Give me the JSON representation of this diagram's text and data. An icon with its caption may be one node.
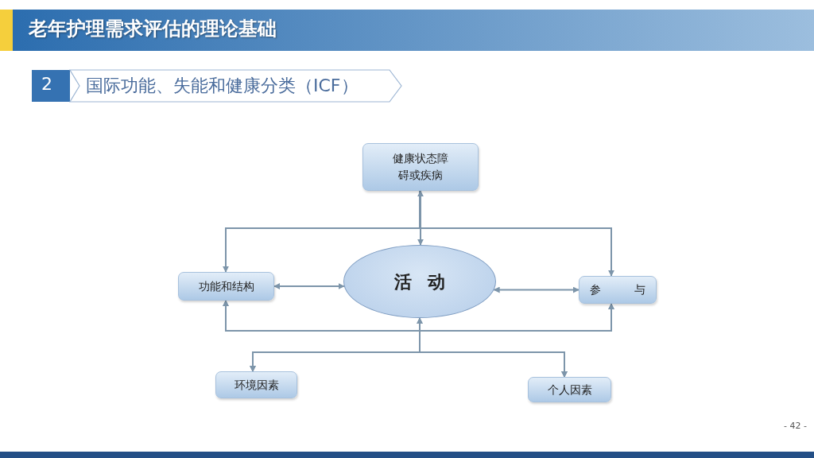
{
  "diagram": {
    "title": "老年护理需求评估的理论基础",
    "nodes": [
      {
        "text": [
          "健康状态障碍或疾病"
        ]
      },
      {
        "text": [
          "功能和结构"
        ]
      },
      {
        "text": [
          "活 动"
        ]
      },
      {
        "text": [
          "参 与"
        ]
      },
      {
        "text": [
          "环境因素"
        ]
      },
      {
        "text": [
          "个人因素"
        ]
      }
    ],
    "edges": [
      {
        "from": 0,
        "to": 2,
        "arrow": "both"
      },
      {
        "from": 1,
        "to": 2,
        "arrow": "both"
      },
      {
        "from": 2,
        "to": 3,
        "arrow": "both"
      },
      {
        "from": 0,
        "to": 1,
        "arrow": "to"
      },
      {
        "from": 0,
        "to": 3,
        "arrow": "to"
      },
      {
        "from": 4,
        "to": 1,
        "arrow": "both"
      },
      {
        "from": 4,
        "to": 2,
        "arrow": "both"
      },
      {
        "from": 4,
        "to": 3,
        "arrow": "both"
      },
      {
        "from": 5,
        "to": 1,
        "arrow": "both"
      },
      {
        "from": 5,
        "to": 2,
        "arrow": "both"
      },
      {
        "from": 5,
        "to": 3,
        "arrow": "both"
      }
    ],
    "labels": [
      "2",
      "国际功能、失能和健康分类（ICF）",
      "- 42 -"
    ]
  }
}
